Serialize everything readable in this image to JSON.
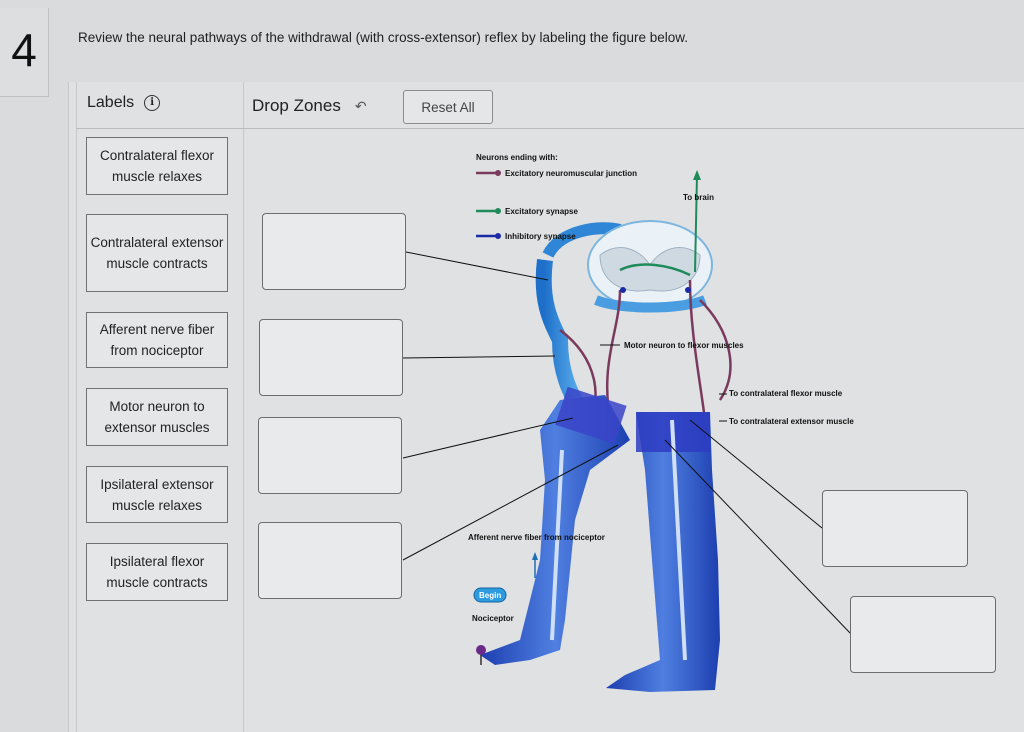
{
  "question": {
    "number": "4",
    "prompt": "Review the neural pathways of the withdrawal (with cross-extensor) reflex by labeling the figure below."
  },
  "panel": {
    "labels_heading": "Labels",
    "drop_zones_heading": "Drop Zones",
    "undo_icon": "undo-arrow-icon",
    "reset_label": "Reset All"
  },
  "labels": [
    "Contralateral flexor muscle relaxes",
    "Contralateral extensor muscle contracts",
    "Afferent nerve fiber from nociceptor",
    "Motor neuron to extensor muscles",
    "Ipsilateral extensor muscle relaxes",
    "Ipsilateral flexor muscle contracts"
  ],
  "figure": {
    "legend_title": "Neurons ending with:",
    "legend": [
      {
        "text": "Excitatory neuromuscular junction",
        "color": "#7a3a5e"
      },
      {
        "text": "Excitatory synapse",
        "color": "#1f8a5a"
      },
      {
        "text": "Inhibitory synapse",
        "color": "#1c2aa8"
      }
    ],
    "to_brain": "To brain",
    "motor_neuron_flexor": "Motor neuron to flexor muscles",
    "contra_flexor": "To contralateral flexor muscle",
    "contra_extensor": "To contralateral extensor muscle",
    "afferent": "Afferent nerve fiber from nociceptor",
    "begin": "Begin",
    "nociceptor": "Nociceptor"
  }
}
